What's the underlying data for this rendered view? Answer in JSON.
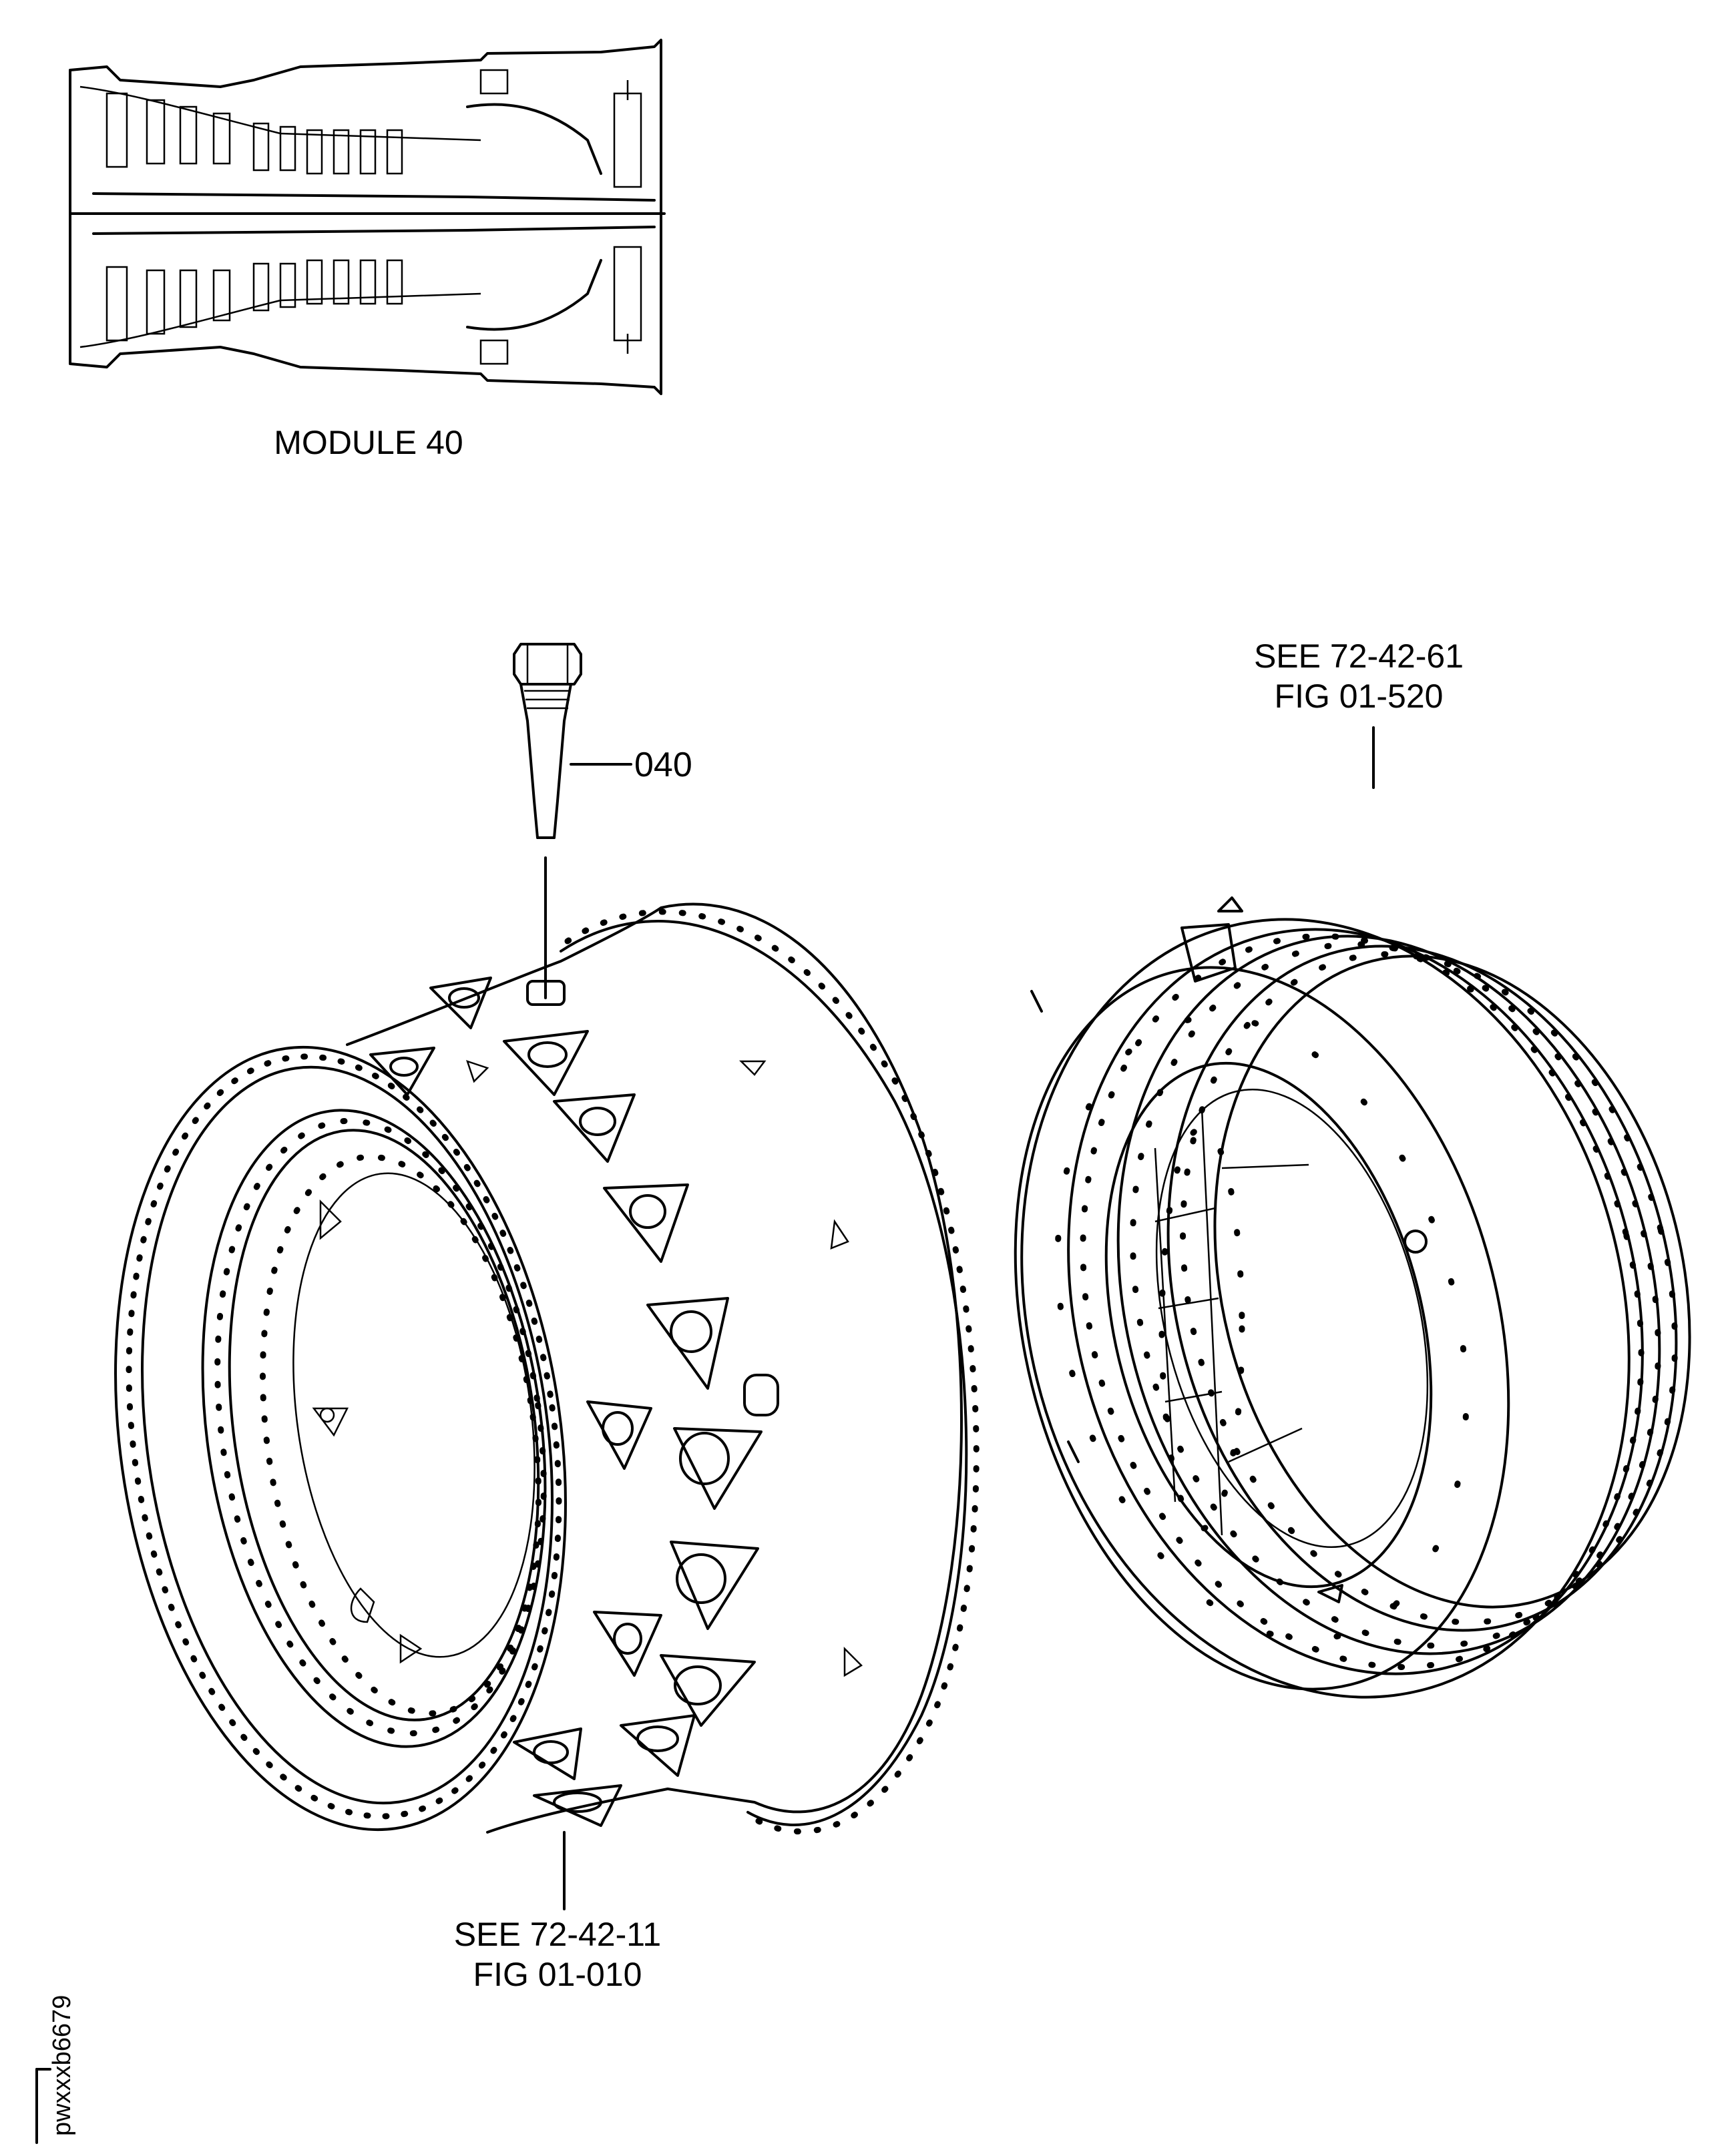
{
  "module_label": "MODULE 40",
  "callouts": {
    "part_number": "040",
    "ref_right": {
      "line1": "SEE 72-42-61",
      "line2": "FIG 01-520"
    },
    "ref_bottom": {
      "line1": "SEE 72-42-11",
      "line2": "FIG 01-010"
    }
  },
  "drawing_id": "pwxxxb6679"
}
